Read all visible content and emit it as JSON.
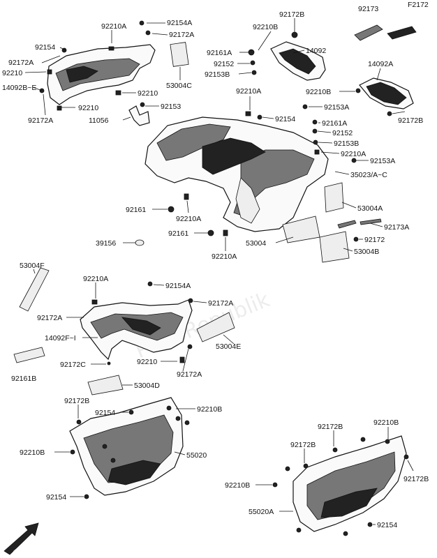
{
  "diagram_id": "F2172",
  "watermark": "PartsRepublik",
  "front_label": "FRONT",
  "labels": {
    "l_92210A_1": "92210A",
    "l_92154A_1": "92154A",
    "l_92172A_1": "92172A",
    "l_92154_1": "92154",
    "l_92172A_2": "92172A",
    "l_92210_1": "92210",
    "l_14092BE": "14092B~E",
    "l_92210_2": "92210",
    "l_92172A_3": "92172A",
    "l_92210_3": "92210",
    "l_92153_1": "92153",
    "l_11056": "11056",
    "l_53004C": "53004C",
    "l_92172B_1": "92172B",
    "l_92173_1": "92173",
    "l_92210B_1": "92210B",
    "l_92161A_1": "92161A",
    "l_14092": "14092",
    "l_92152_1": "92152",
    "l_92153B_1": "92153B",
    "l_14092A": "14092A",
    "l_92210B_2": "92210B",
    "l_92172B_2": "92172B",
    "l_92210A_2": "92210A",
    "l_92153A_1": "92153A",
    "l_92154_2": "92154",
    "l_92161A_2": "92161A",
    "l_92152_2": "92152",
    "l_92153B_2": "92153B",
    "l_92210A_3": "92210A",
    "l_92153A_2": "92153A",
    "l_35023": "35023/A~C",
    "l_53004A": "53004A",
    "l_92161_1": "92161",
    "l_92210A_4": "92210A",
    "l_92161_2": "92161",
    "l_92173A": "92173A",
    "l_53004": "53004",
    "l_92172": "92172",
    "l_39156": "39156",
    "l_92210A_5": "92210A",
    "l_53004B": "53004B",
    "l_53004F": "53004F",
    "l_92210A_6": "92210A",
    "l_92154A_2": "92154A",
    "l_92172A_4": "92172A",
    "l_92172A_5": "92172A",
    "l_53004E": "53004E",
    "l_14092FI": "14092F~I",
    "l_92172C": "92172C",
    "l_92210_4": "92210",
    "l_92172A_6": "92172A",
    "l_92161B": "92161B",
    "l_53004D": "53004D",
    "l_92172B_3": "92172B",
    "l_92154_3": "92154",
    "l_92210B_3": "92210B",
    "l_92210B_4": "92210B",
    "l_55020": "55020",
    "l_92154_4": "92154",
    "l_92172B_4": "92172B",
    "l_92210B_5": "92210B",
    "l_92172B_5": "92172B",
    "l_92210B_6": "92210B",
    "l_92172B_6": "92172B",
    "l_55020A": "55020A",
    "l_92154_5": "92154"
  }
}
